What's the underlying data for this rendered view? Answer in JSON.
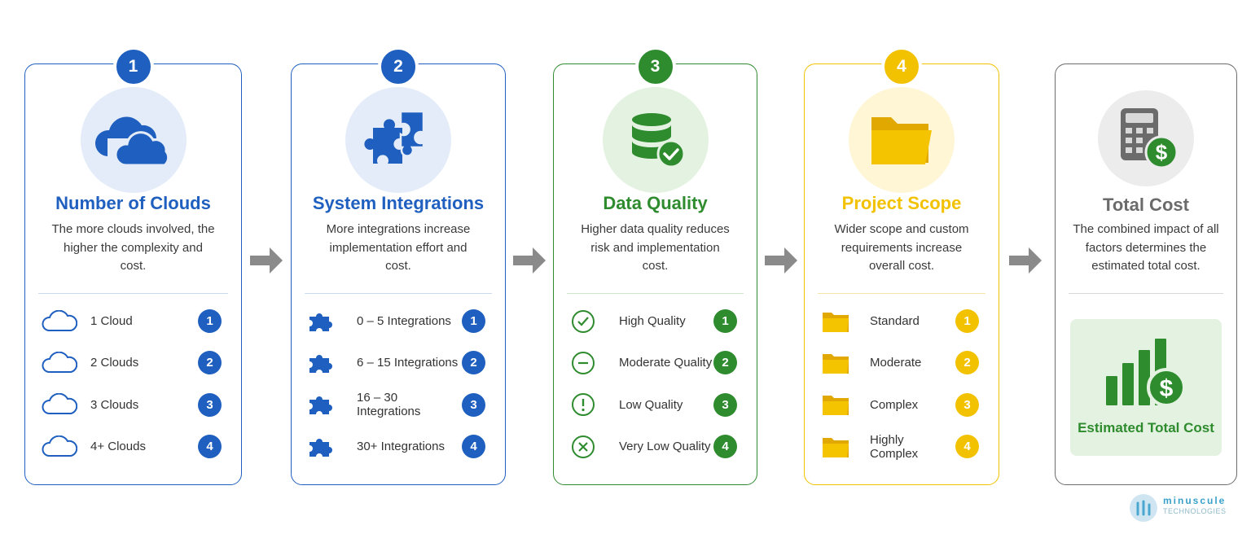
{
  "cards": [
    {
      "step": "1",
      "title": "Number of Clouds",
      "description": "The more clouds involved, the higher the complexity and cost.",
      "color": "#1f5fbf",
      "items": [
        {
          "label": "1 Cloud",
          "badge": "1"
        },
        {
          "label": "2 Clouds",
          "badge": "2"
        },
        {
          "label": "3 Clouds",
          "badge": "3"
        },
        {
          "label": "4+ Clouds",
          "badge": "4"
        }
      ]
    },
    {
      "step": "2",
      "title": "System Integrations",
      "description": "More integrations increase implementation effort and cost.",
      "color": "#1f5fbf",
      "items": [
        {
          "label": "0 – 5 Integrations",
          "badge": "1"
        },
        {
          "label": "6 – 15 Integrations",
          "badge": "2"
        },
        {
          "label": "16 – 30 Integrations",
          "badge": "3"
        },
        {
          "label": "30+ Integrations",
          "badge": "4"
        }
      ]
    },
    {
      "step": "3",
      "title": "Data Quality",
      "description": "Higher data quality reduces risk and implementation cost.",
      "color": "#2e8b2e",
      "items": [
        {
          "label": "High Quality",
          "badge": "1"
        },
        {
          "label": "Moderate Quality",
          "badge": "2"
        },
        {
          "label": "Low Quality",
          "badge": "3"
        },
        {
          "label": "Very Low Quality",
          "badge": "4"
        }
      ]
    },
    {
      "step": "4",
      "title": "Project Scope",
      "description": "Wider scope and custom requirements increase overall cost.",
      "color": "#f2c200",
      "items": [
        {
          "label": "Standard",
          "badge": "1"
        },
        {
          "label": "Moderate",
          "badge": "2"
        },
        {
          "label": "Complex",
          "badge": "3"
        },
        {
          "label": "Highly Complex",
          "badge": "4"
        }
      ]
    }
  ],
  "total": {
    "title": "Total Cost",
    "description": "The combined impact of all factors determines the estimated total cost.",
    "box_label": "Estimated Total Cost"
  },
  "brand": {
    "name": "minuscule",
    "sub": "TECHNOLOGIES"
  }
}
